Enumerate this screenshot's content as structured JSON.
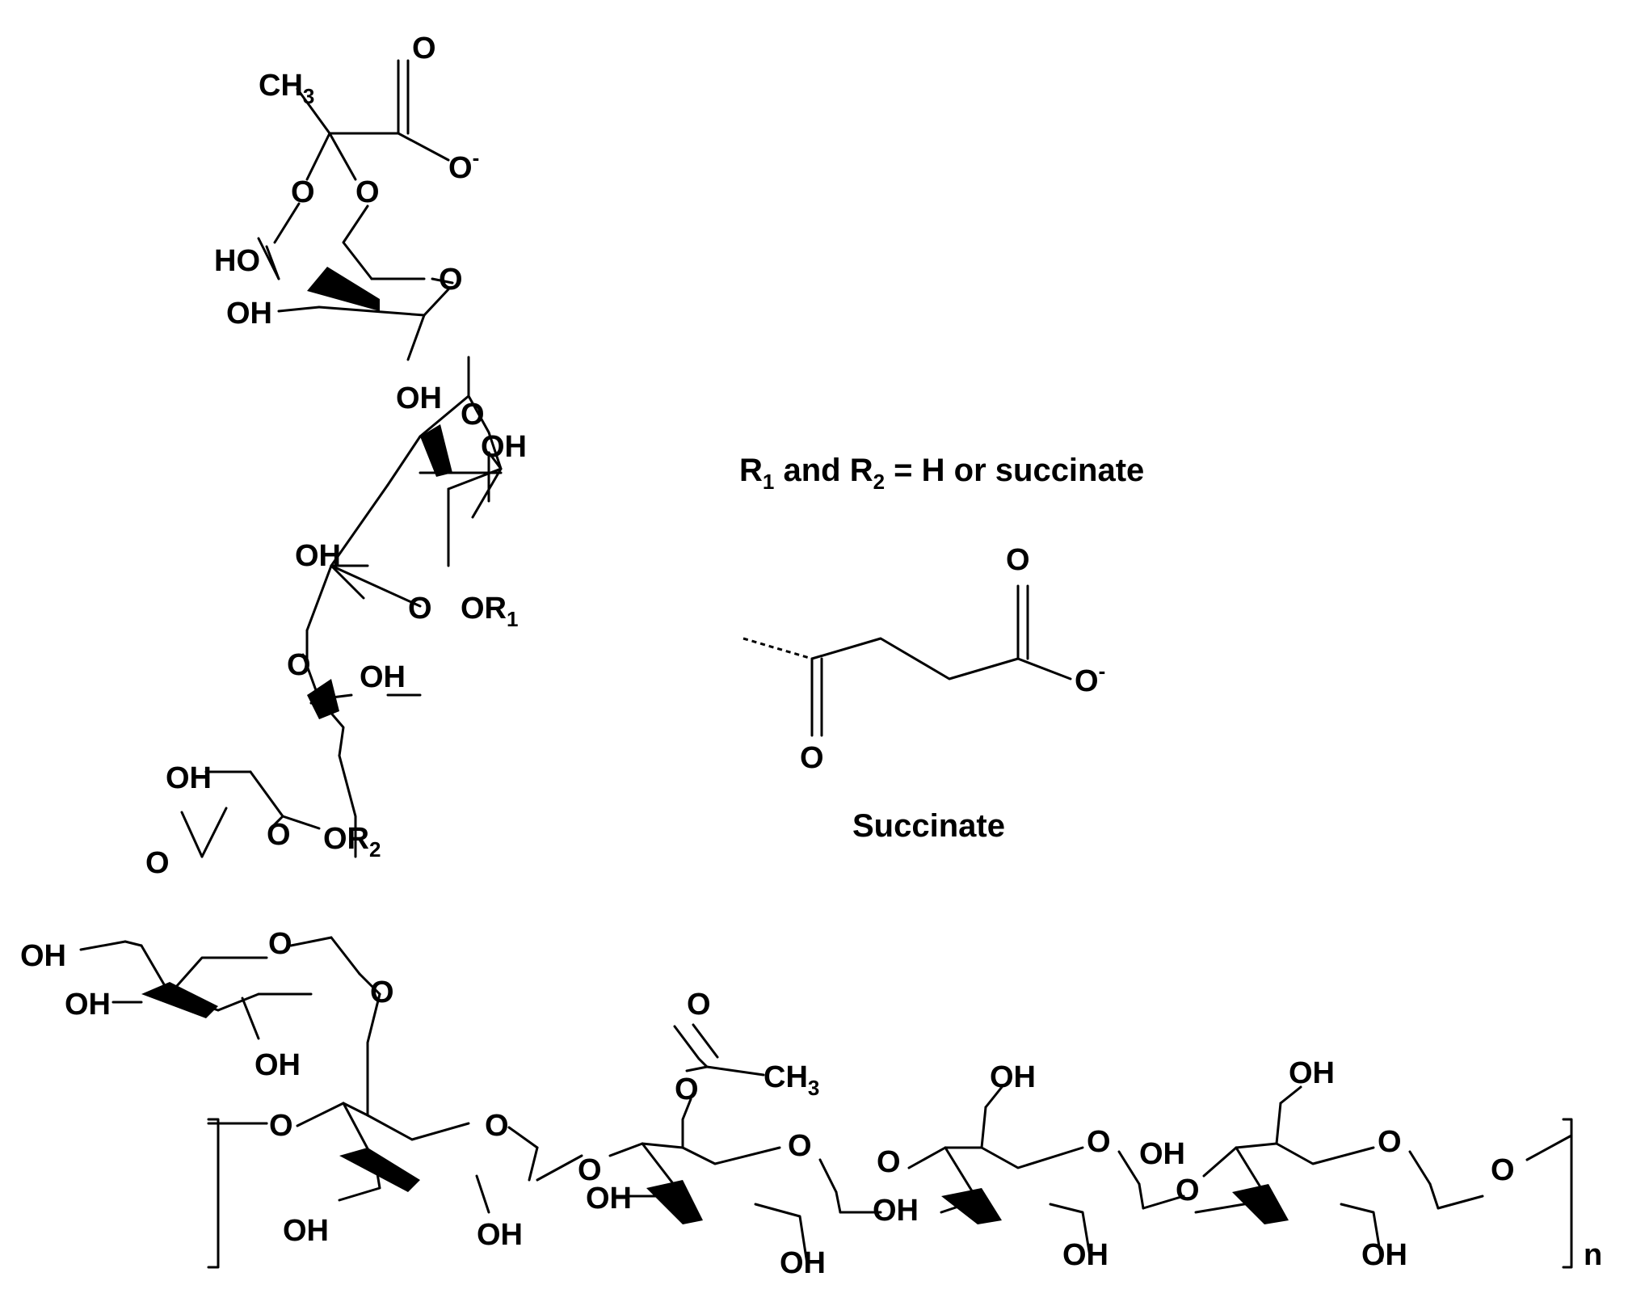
{
  "legend": {
    "r_definition_parts": [
      "R",
      "1",
      " and R",
      "2",
      " = H or succinate"
    ],
    "succinate_caption": "Succinate"
  },
  "atoms": {
    "O": "O",
    "OH": "OH",
    "HO": "HO",
    "CH3": "CH",
    "sub3": "3",
    "OR": "OR",
    "sub1": "1",
    "sub2": "2",
    "minus": "-",
    "repeat_n": "n"
  }
}
